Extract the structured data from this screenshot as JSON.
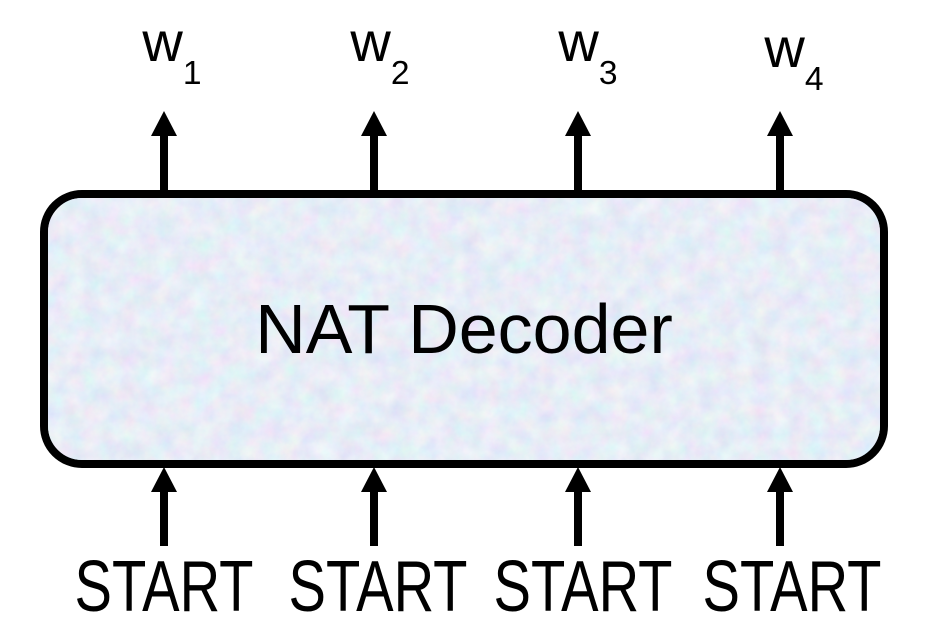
{
  "diagram": {
    "box": {
      "title": "NAT Decoder"
    },
    "outputs": [
      {
        "base": "w",
        "sub": "1"
      },
      {
        "base": "w",
        "sub": "2"
      },
      {
        "base": "w",
        "sub": "3"
      },
      {
        "base": "w",
        "sub": "4"
      }
    ],
    "inputs": [
      {
        "label": "START"
      },
      {
        "label": "START"
      },
      {
        "label": "START"
      },
      {
        "label": "START"
      }
    ],
    "colors": {
      "background": "#ffffff",
      "ink": "#000000",
      "fill_base": "#ccd8ec",
      "fill_accent_pink": "#e8d0e4",
      "fill_accent_mint": "#c7e8e2",
      "fill_accent_periwinkle": "#c3c9ee"
    }
  }
}
